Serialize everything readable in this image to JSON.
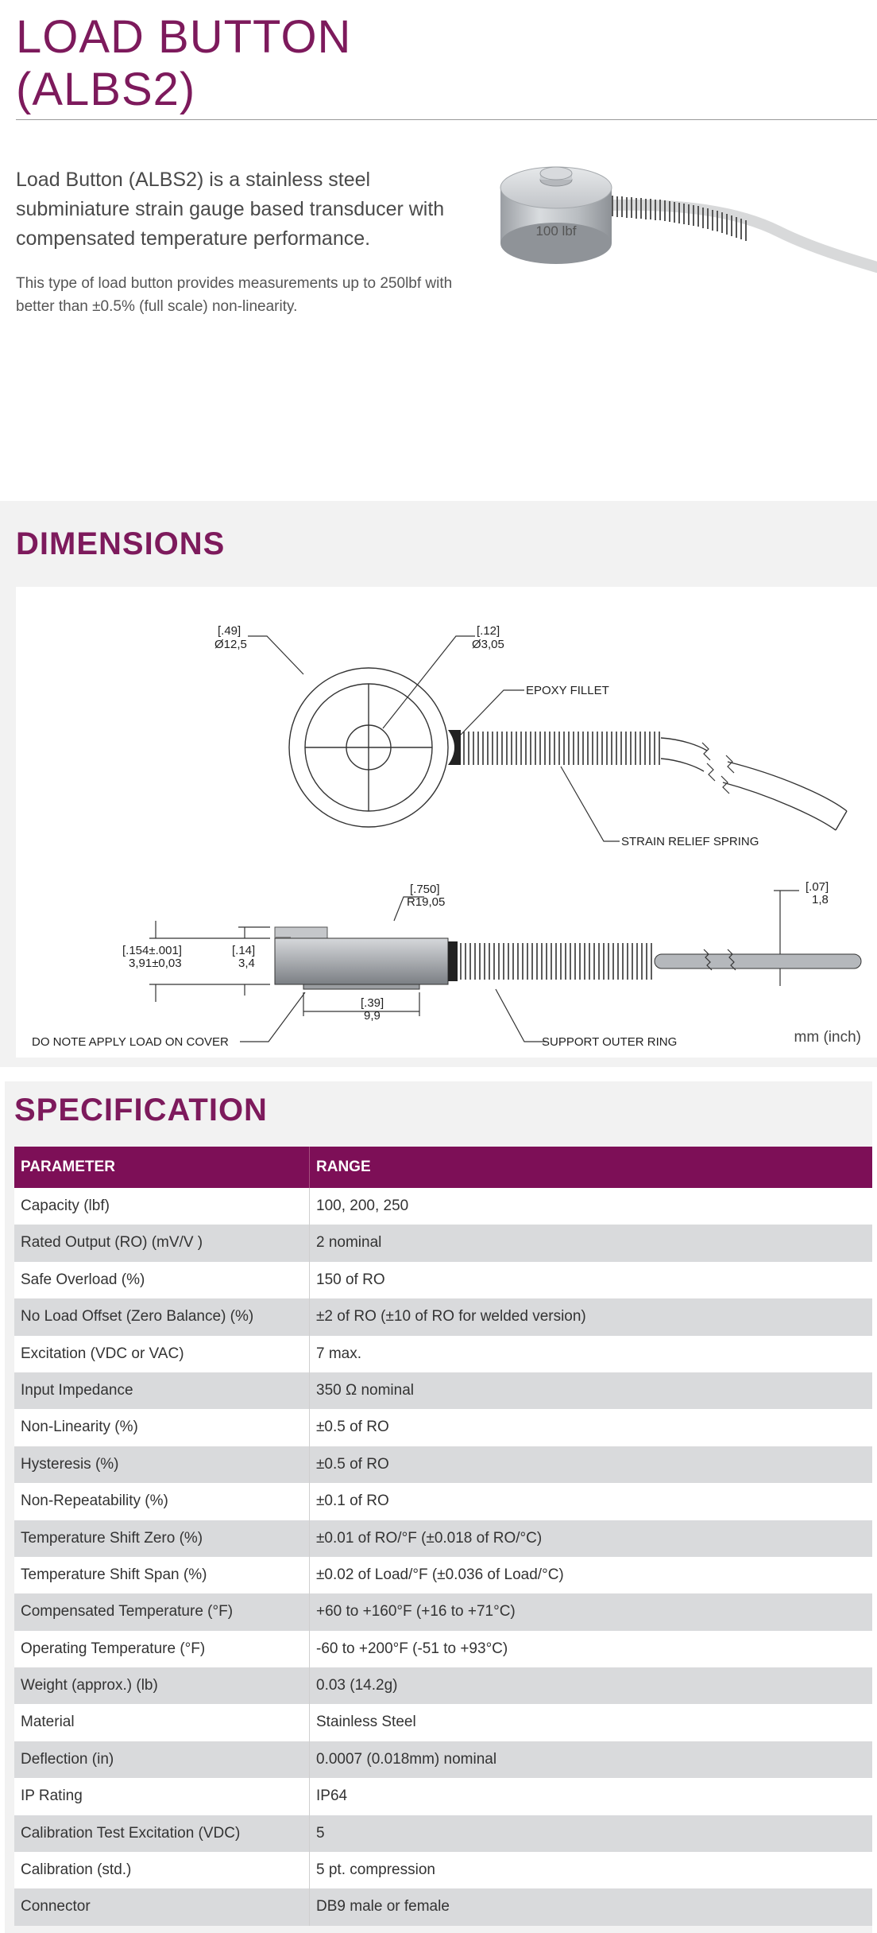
{
  "header": {
    "title_line1": "LOAD BUTTON",
    "title_line2": "(ALBS2)"
  },
  "intro": {
    "lead": "Load Button (ALBS2) is a stainless steel subminiature strain gauge based transducer with compensated temperature performance.",
    "sub": "This type of load button provides measurements up to 250lbf with better than ±0.5% (full scale) non-linearity.",
    "product_label": "100 lbf"
  },
  "dimensions": {
    "heading": "DIMENSIONS",
    "unit_note": "mm (inch)",
    "labels": {
      "outer_dia_in": "[.49]",
      "outer_dia_mm": "Ø12,5",
      "inner_dia_in": "[.12]",
      "inner_dia_mm": "Ø3,05",
      "epoxy": "EPOXY FILLET",
      "spring": "STRAIN RELIEF SPRING",
      "radius_in": "[.750]",
      "radius_mm": "R19,05",
      "wire_in": "[.07]",
      "wire_mm": "1,8",
      "height_in": "[.154±.001]",
      "height_mm": "3,91±0,03",
      "body_in": "[.14]",
      "body_mm": "3,4",
      "base_in": "[.39]",
      "base_mm": "9,9",
      "cover_note": "DO NOTE APPLY LOAD ON COVER",
      "support": "SUPPORT OUTER RING"
    }
  },
  "specification": {
    "heading": "SPECIFICATION",
    "columns": [
      "PARAMETER",
      "RANGE"
    ],
    "rows": [
      [
        "Capacity (lbf)",
        "100, 200, 250"
      ],
      [
        "Rated Output (RO) (mV/V )",
        "2 nominal"
      ],
      [
        "Safe Overload (%)",
        "150 of RO"
      ],
      [
        "No Load Offset (Zero Balance) (%)",
        "±2 of RO (±10 of RO for welded version)"
      ],
      [
        "Excitation (VDC or VAC)",
        "7 max."
      ],
      [
        "Input Impedance",
        "350 Ω nominal"
      ],
      [
        "Non-Linearity (%)",
        "±0.5 of RO"
      ],
      [
        "Hysteresis (%)",
        "±0.5 of RO"
      ],
      [
        "Non-Repeatability (%)",
        "±0.1 of RO"
      ],
      [
        "Temperature Shift Zero (%)",
        "±0.01 of RO/°F (±0.018 of RO/°C)"
      ],
      [
        "Temperature Shift Span (%)",
        "±0.02 of Load/°F (±0.036 of Load/°C)"
      ],
      [
        "Compensated Temperature (°F)",
        "+60 to +160°F (+16 to +71°C)"
      ],
      [
        "Operating Temperature (°F)",
        "-60 to +200°F (-51 to +93°C)"
      ],
      [
        "Weight (approx.) (lb)",
        "0.03 (14.2g)"
      ],
      [
        "Material",
        "Stainless Steel"
      ],
      [
        "Deflection (in)",
        "0.0007 (0.018mm) nominal"
      ],
      [
        "IP Rating",
        "IP64"
      ],
      [
        "Calibration Test Excitation (VDC)",
        "5"
      ],
      [
        "Calibration (std.)",
        "5 pt. compression"
      ],
      [
        "Connector",
        "DB9 male or female"
      ]
    ]
  }
}
